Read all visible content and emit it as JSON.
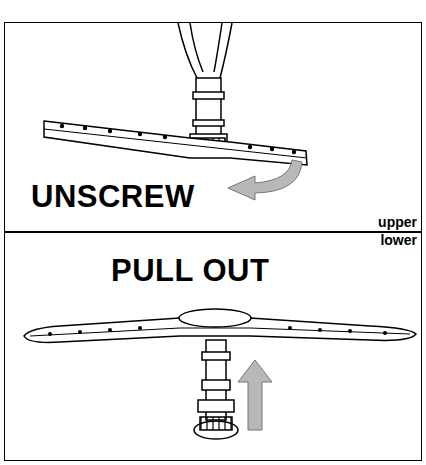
{
  "diagram": {
    "nodes": [
      {
        "text": [
          "UNSCREW",
          "upper"
        ]
      },
      {
        "text": [
          "lower",
          "PULL OUT"
        ]
      }
    ]
  }
}
